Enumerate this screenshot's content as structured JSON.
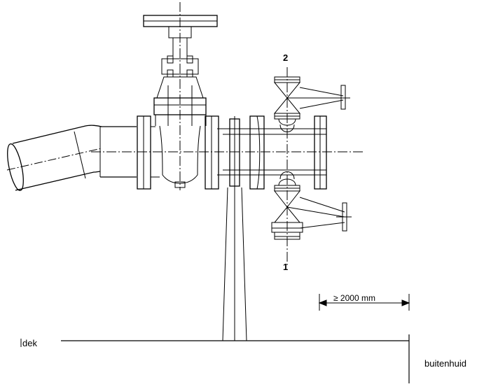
{
  "labels": {
    "valve_top": "2",
    "valve_bottom": "1",
    "dimension": "≥ 2000 mm",
    "deck": "dek",
    "hull": "buitenhuid"
  },
  "colors": {
    "line": "#000000",
    "background": "#ffffff"
  }
}
